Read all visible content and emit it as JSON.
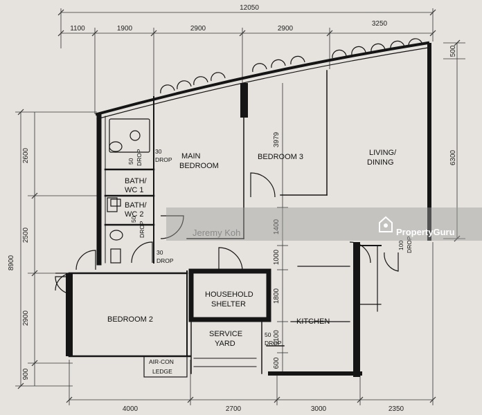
{
  "dimensions": {
    "top_total": "12050",
    "top": [
      "1100",
      "1900",
      "2900",
      "2900",
      "3250"
    ],
    "top_right": "500",
    "left_total": "8900",
    "left": [
      "2600",
      "2500",
      "2900",
      "900"
    ],
    "right": "6300",
    "bottom": [
      "4000",
      "2700",
      "3000",
      "2350"
    ],
    "interior": [
      "3979",
      "1400",
      "1000",
      "1800",
      "1100",
      "600"
    ]
  },
  "rooms": {
    "main_bedroom": [
      "MAIN",
      "BEDROOM"
    ],
    "bedroom3": "BEDROOM 3",
    "living": [
      "LIVING/",
      "DINING"
    ],
    "bath1": [
      "BATH/",
      "WC 1"
    ],
    "bath2": [
      "BATH/",
      "WC 2"
    ],
    "bedroom2": "BEDROOM 2",
    "shelter": [
      "HOUSEHOLD",
      "SHELTER"
    ],
    "service_yard": [
      "SERVICE",
      "YARD"
    ],
    "kitchen": "KITCHEN",
    "aircon": [
      "AIR-CON",
      "LEDGE"
    ]
  },
  "drops": {
    "d1": [
      "30",
      "DROP"
    ],
    "d2": [
      "50",
      "DROP"
    ],
    "d3": [
      "50",
      "DROP"
    ],
    "d4": [
      "30",
      "DROP"
    ],
    "d5": [
      "50",
      "DROP"
    ],
    "d6": [
      "100",
      "DROP"
    ]
  },
  "watermark": {
    "text": "Jeremy Koh",
    "logo": "PropertyGuru"
  },
  "colors": {
    "paper": "#e6e3de",
    "ink": "#151515",
    "watermark_band": "#9c9c9c"
  }
}
